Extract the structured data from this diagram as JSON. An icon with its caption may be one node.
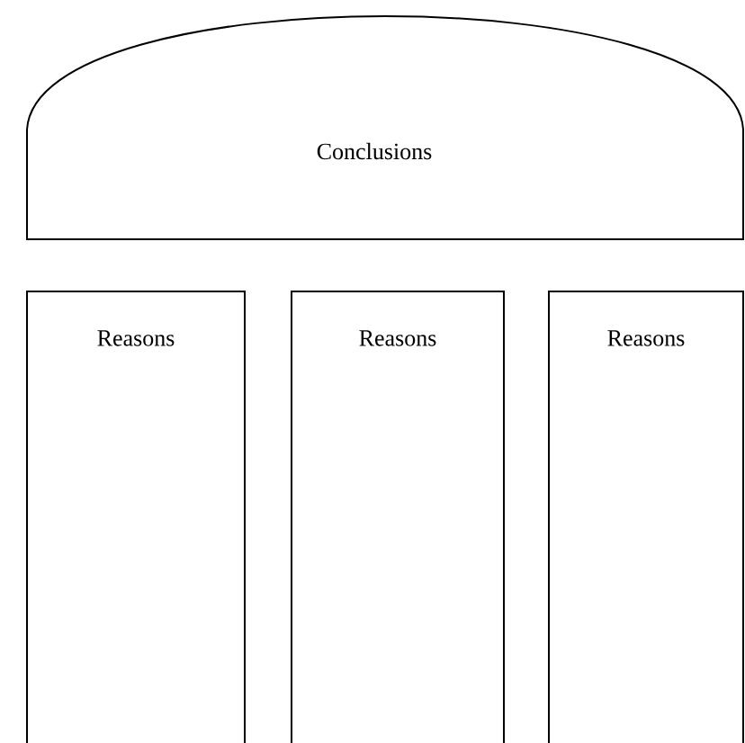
{
  "diagram": {
    "nodes": [
      {
        "text": [
          "Conclusions"
        ]
      },
      {
        "text": [
          "Reasons"
        ]
      },
      {
        "text": [
          "Reasons"
        ]
      },
      {
        "text": [
          "Reasons"
        ]
      }
    ]
  }
}
